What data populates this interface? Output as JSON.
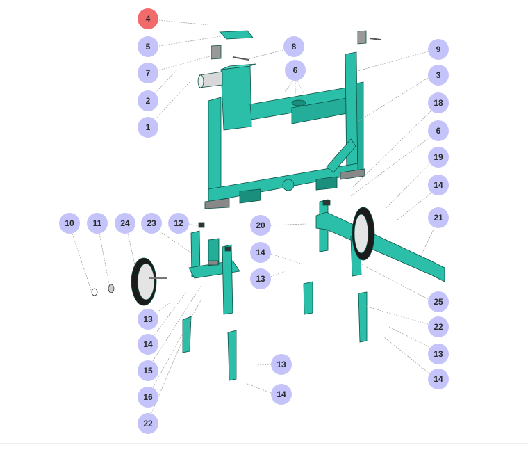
{
  "colors": {
    "callout": "#c4c4fa",
    "callout_active": "#f26b6b",
    "part": "#2bbfa9",
    "part_dark": "#1a8f7e",
    "leader": "#9a9a9a"
  },
  "callouts": [
    {
      "label": "4",
      "active": true
    },
    {
      "label": "5"
    },
    {
      "label": "8"
    },
    {
      "label": "9"
    },
    {
      "label": "7"
    },
    {
      "label": "6"
    },
    {
      "label": "3"
    },
    {
      "label": "2"
    },
    {
      "label": "18"
    },
    {
      "label": "1"
    },
    {
      "label": "6"
    },
    {
      "label": "19"
    },
    {
      "label": "14"
    },
    {
      "label": "10"
    },
    {
      "label": "11"
    },
    {
      "label": "24"
    },
    {
      "label": "23"
    },
    {
      "label": "12"
    },
    {
      "label": "20"
    },
    {
      "label": "21"
    },
    {
      "label": "14"
    },
    {
      "label": "13"
    },
    {
      "label": "25"
    },
    {
      "label": "13"
    },
    {
      "label": "22"
    },
    {
      "label": "14"
    },
    {
      "label": "13"
    },
    {
      "label": "15"
    },
    {
      "label": "13"
    },
    {
      "label": "14"
    },
    {
      "label": "16"
    },
    {
      "label": "14"
    },
    {
      "label": "22"
    }
  ]
}
